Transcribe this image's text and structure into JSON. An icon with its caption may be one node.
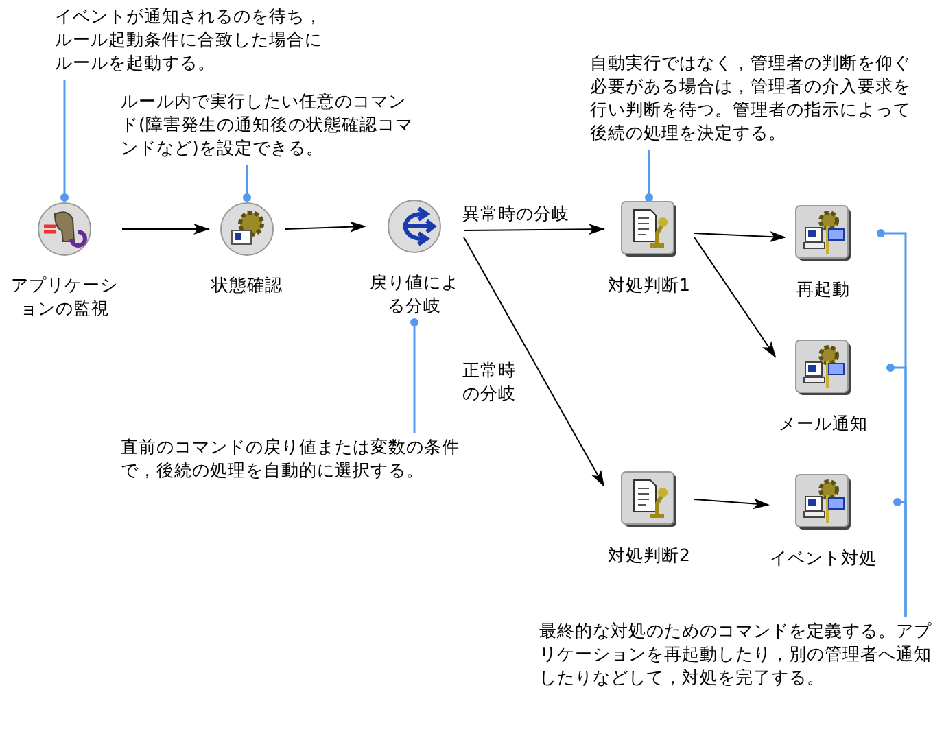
{
  "diagram": {
    "nodes": [
      {
        "text": [
          "イベントが通知されるのを待ち，ルール起動条件に合致した場合にルールを起動する。"
        ]
      },
      {
        "text": [
          "ルール内で実行したい任意のコマンド(障害発生の通知後の状態確認コマンドなど)を設定できる。"
        ]
      },
      {
        "text": [
          "自動実行ではなく，管理者の判断を仰ぐ必要がある場合は，管理者の介入要求を行い判断を待つ。管理者の指示によって後続の処理を決定する。"
        ]
      },
      {
        "text": [
          "アプリケーションの監視"
        ]
      },
      {
        "text": [
          "状態確認"
        ]
      },
      {
        "text": [
          "戻り値による分岐"
        ]
      },
      {
        "text": [
          "対処判断1"
        ]
      },
      {
        "text": [
          "再起動"
        ]
      },
      {
        "text": [
          "メール通知"
        ]
      },
      {
        "text": [
          "直前のコマンドの戻り値または変数の条件で，後続の処理を自動的に選択する。"
        ]
      },
      {
        "text": [
          "対処判断2"
        ]
      },
      {
        "text": [
          "イベント対処"
        ]
      },
      {
        "text": [
          "最終的な対処のためのコマンドを定義する。アプリケーションを再起動したり，別の管理者へ通知したりなどして，対処を完了する。"
        ]
      }
    ],
    "edges": [
      {
        "from": 3,
        "to": 4,
        "arrow": "to"
      },
      {
        "from": 4,
        "to": 5,
        "arrow": "to"
      },
      {
        "from": 5,
        "to": 6,
        "arrow": "to",
        "label": "異常時の分岐"
      },
      {
        "from": 6,
        "to": 7,
        "arrow": "to"
      },
      {
        "from": 6,
        "to": 8,
        "arrow": "to"
      },
      {
        "from": 5,
        "to": 10,
        "arrow": "to",
        "label": "正常時の分岐"
      },
      {
        "from": 10,
        "to": 11,
        "arrow": "to"
      },
      {
        "from": 0,
        "to": 3,
        "arrow": "other",
        "color": "#5599ee"
      },
      {
        "from": 1,
        "to": 4,
        "arrow": "other",
        "color": "#5599ee"
      },
      {
        "from": 2,
        "to": 6,
        "arrow": "other",
        "color": "#5599ee"
      },
      {
        "from": 9,
        "to": 5,
        "arrow": "other",
        "color": "#5599ee"
      },
      {
        "from": 12,
        "to": 7,
        "arrow": "other",
        "color": "#5599ee"
      },
      {
        "from": 12,
        "to": 8,
        "arrow": "other",
        "color": "#5599ee"
      },
      {
        "from": 12,
        "to": 11,
        "arrow": "other",
        "color": "#5599ee"
      }
    ]
  }
}
